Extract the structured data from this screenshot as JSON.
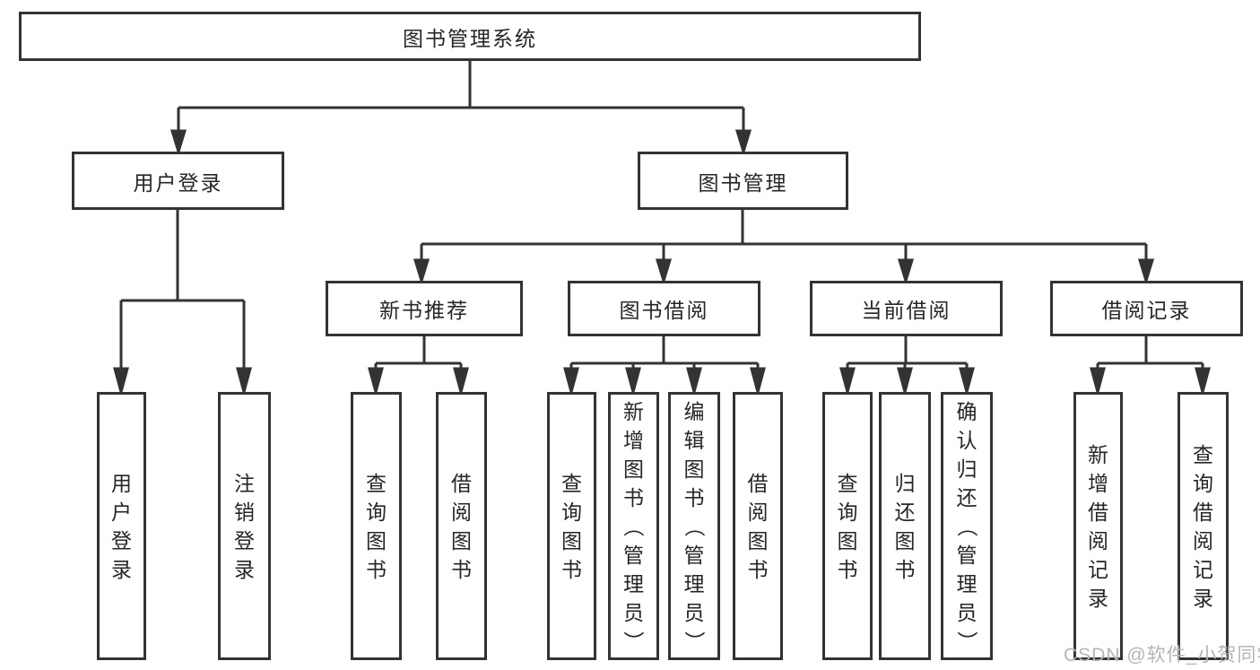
{
  "tree": {
    "root": {
      "label": "图书管理系统",
      "children": [
        {
          "label": "用户登录",
          "children": [
            {
              "label": "用户登录"
            },
            {
              "label": "注销登录"
            }
          ]
        },
        {
          "label": "图书管理",
          "children": [
            {
              "label": "新书推荐",
              "children": [
                {
                  "label": "查询图书"
                },
                {
                  "label": "借阅图书"
                }
              ]
            },
            {
              "label": "图书借阅",
              "children": [
                {
                  "label": "查询图书"
                },
                {
                  "label": "新增图书（管理员）"
                },
                {
                  "label": "编辑图书（管理员）"
                },
                {
                  "label": "借阅图书"
                }
              ]
            },
            {
              "label": "当前借阅",
              "children": [
                {
                  "label": "查询图书"
                },
                {
                  "label": "归还图书"
                },
                {
                  "label": "确认归还（管理员）"
                }
              ]
            },
            {
              "label": "借阅记录",
              "children": [
                {
                  "label": "新增借阅记录"
                },
                {
                  "label": "查询借阅记录"
                }
              ]
            }
          ]
        }
      ]
    }
  },
  "colors": {
    "line": "#333333",
    "text": "#262626",
    "watermark": "#b5b5b5"
  },
  "watermark": {
    "text": "CSDN @软件_小贺同学"
  }
}
